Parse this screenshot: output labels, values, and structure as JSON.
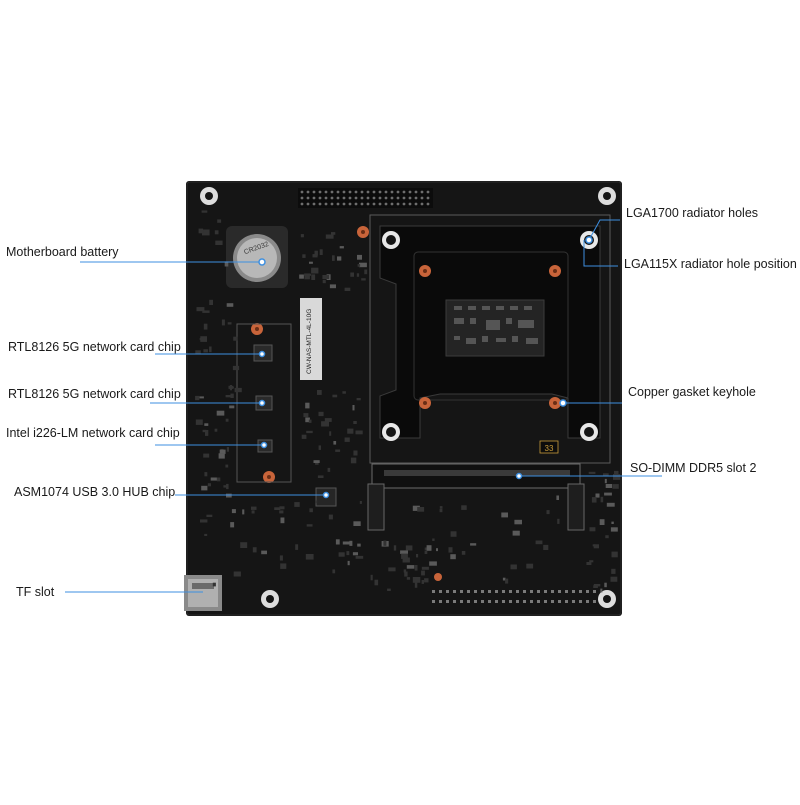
{
  "board": {
    "silkscreen_code": "CW-NAS-MTL-4L-10G",
    "battery_text": "CR2032",
    "slot_number": "33"
  },
  "callouts": [
    {
      "id": "battery",
      "label": "Motherboard battery"
    },
    {
      "id": "rtl8126-a",
      "label": "RTL8126 5G network card chip"
    },
    {
      "id": "rtl8126-b",
      "label": "RTL8126 5G network card chip"
    },
    {
      "id": "i226",
      "label": "Intel i226-LM network card chip"
    },
    {
      "id": "asm1074",
      "label": "ASM1074 USB 3.0 HUB chip"
    },
    {
      "id": "tf",
      "label": "TF slot"
    },
    {
      "id": "lga1700",
      "label": "LGA1700 radiator holes"
    },
    {
      "id": "lga115x",
      "label": "LGA115X radiator hole position"
    },
    {
      "id": "copper",
      "label": "Copper gasket keyhole"
    },
    {
      "id": "sodimm",
      "label": "SO-DIMM DDR5 slot 2"
    }
  ],
  "colors": {
    "callout_line": "#3d8fe0",
    "pcb": "#151515",
    "copper": "#c8643a"
  }
}
